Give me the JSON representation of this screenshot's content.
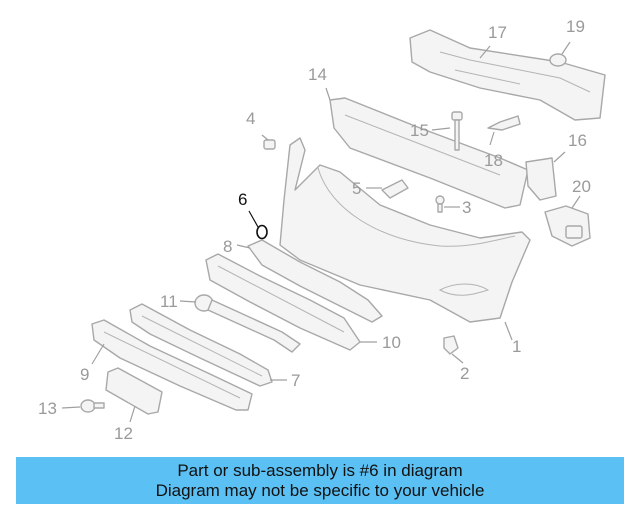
{
  "diagram": {
    "callouts": [
      "1",
      "2",
      "3",
      "4",
      "5",
      "6",
      "7",
      "8",
      "9",
      "10",
      "11",
      "12",
      "13",
      "14",
      "15",
      "16",
      "17",
      "18",
      "19",
      "20"
    ],
    "highlighted_callout": "6",
    "highlight_color": "#111111",
    "callout_color": "#9a9a9a"
  },
  "banner": {
    "line1": "Part or sub-assembly is #6 in diagram",
    "line2": "Diagram may not be specific to your vehicle",
    "background": "#5bc0f3"
  }
}
